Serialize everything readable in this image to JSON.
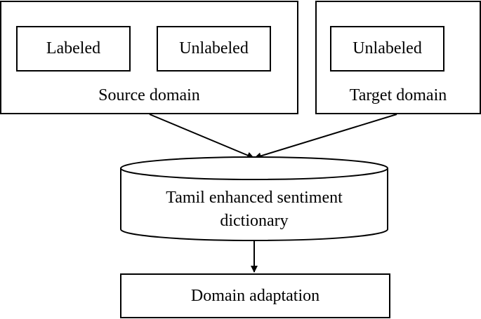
{
  "source_domain": {
    "title": "Source domain",
    "items": [
      {
        "label": "Labeled"
      },
      {
        "label": "Unlabeled"
      }
    ]
  },
  "target_domain": {
    "title": "Target domain",
    "items": [
      {
        "label": "Unlabeled"
      }
    ]
  },
  "dictionary": {
    "line1": "Tamil enhanced sentiment",
    "line2": "dictionary"
  },
  "output": {
    "label": "Domain adaptation"
  }
}
